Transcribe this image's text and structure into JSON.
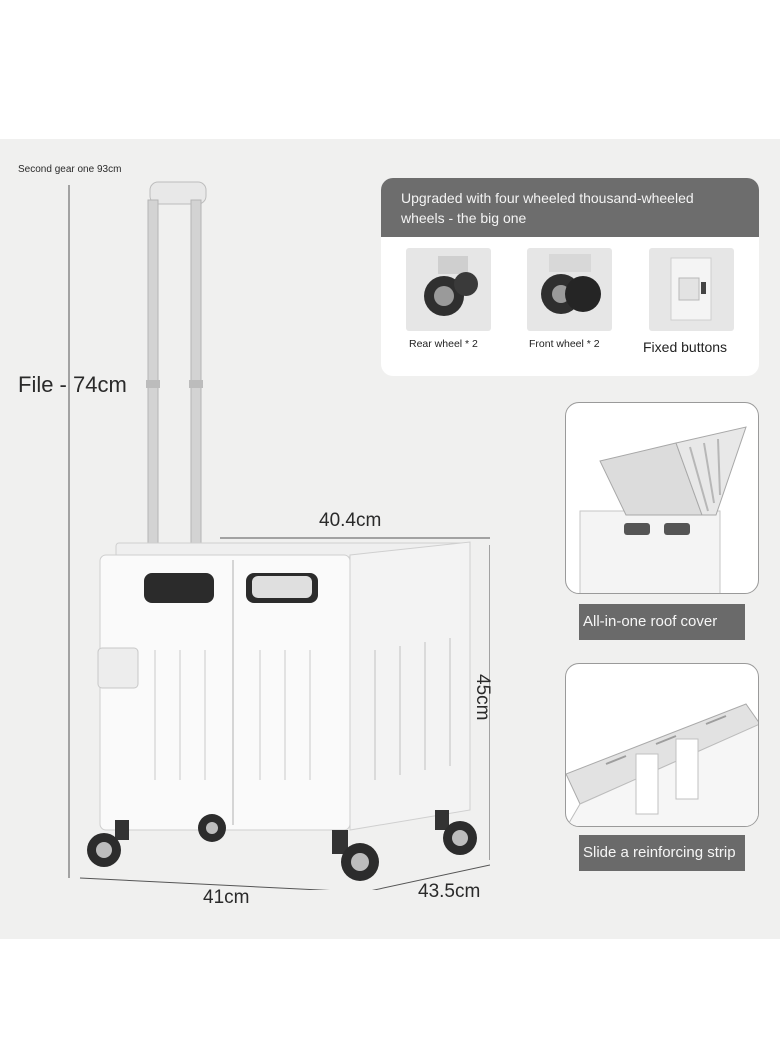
{
  "dimensions": {
    "gear_label": "Second gear one 93cm",
    "file_label": "File - 74cm",
    "width_top": "40.4cm",
    "height_right": "45cm",
    "bottom_left": "41cm",
    "bottom_right": "43.5cm"
  },
  "wheels_card": {
    "title": "Upgraded with four wheeled thousand-wheeled wheels - the big one",
    "items": [
      {
        "label": "Rear wheel * 2"
      },
      {
        "label": "Front wheel * 2"
      },
      {
        "label": "Fixed buttons"
      }
    ]
  },
  "features": [
    {
      "label": "All-in-one roof cover"
    },
    {
      "label": "Slide a reinforcing strip"
    }
  ],
  "colors": {
    "panel": "#f0f0ef",
    "header": "#6d6d6d",
    "cart_body": "#fafafa",
    "handle": "#c9c9c9"
  }
}
